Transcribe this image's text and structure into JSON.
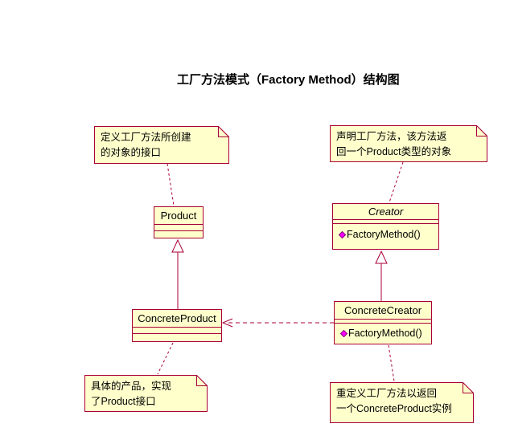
{
  "title": "工厂方法模式（Factory Method）结构图",
  "colors": {
    "background": "#FFFFFF",
    "shape_fill": "#FFFFCC",
    "line": "#A80036",
    "diamond_fill": "#FF00FF",
    "text": "#000000"
  },
  "notes": [
    {
      "id": "note-product",
      "lines": [
        "定义工厂方法所创建",
        "的对象的接口"
      ]
    },
    {
      "id": "note-creator",
      "lines": [
        "声明工厂方法，该方法返",
        "回一个Product类型的对象"
      ]
    },
    {
      "id": "note-concrete-product",
      "lines": [
        "具体的产品，实现",
        "了Product接口"
      ]
    },
    {
      "id": "note-concrete-creator",
      "lines": [
        "重定义工厂方法以返回",
        "一个ConcreteProduct实例"
      ]
    }
  ],
  "classes": {
    "product": {
      "name": "Product",
      "abstract": false,
      "attributes": [],
      "operations": []
    },
    "creator": {
      "name": "Creator",
      "abstract": true,
      "attributes": [],
      "operations": [
        "FactoryMethod()"
      ]
    },
    "concrete_product": {
      "name": "ConcreteProduct",
      "abstract": false,
      "attributes": [],
      "operations": []
    },
    "concrete_creator": {
      "name": "ConcreteCreator",
      "abstract": false,
      "attributes": [],
      "operations": [
        "FactoryMethod()"
      ]
    }
  },
  "relations": [
    {
      "type": "generalization",
      "from": "ConcreteProduct",
      "to": "Product"
    },
    {
      "type": "generalization",
      "from": "ConcreteCreator",
      "to": "Creator"
    },
    {
      "type": "dependency",
      "from": "ConcreteCreator",
      "to": "ConcreteProduct"
    },
    {
      "type": "note-anchor",
      "from": "note-product",
      "to": "Product"
    },
    {
      "type": "note-anchor",
      "from": "note-creator",
      "to": "Creator"
    },
    {
      "type": "note-anchor",
      "from": "note-concrete-product",
      "to": "ConcreteProduct"
    },
    {
      "type": "note-anchor",
      "from": "note-concrete-creator",
      "to": "ConcreteCreator"
    }
  ]
}
